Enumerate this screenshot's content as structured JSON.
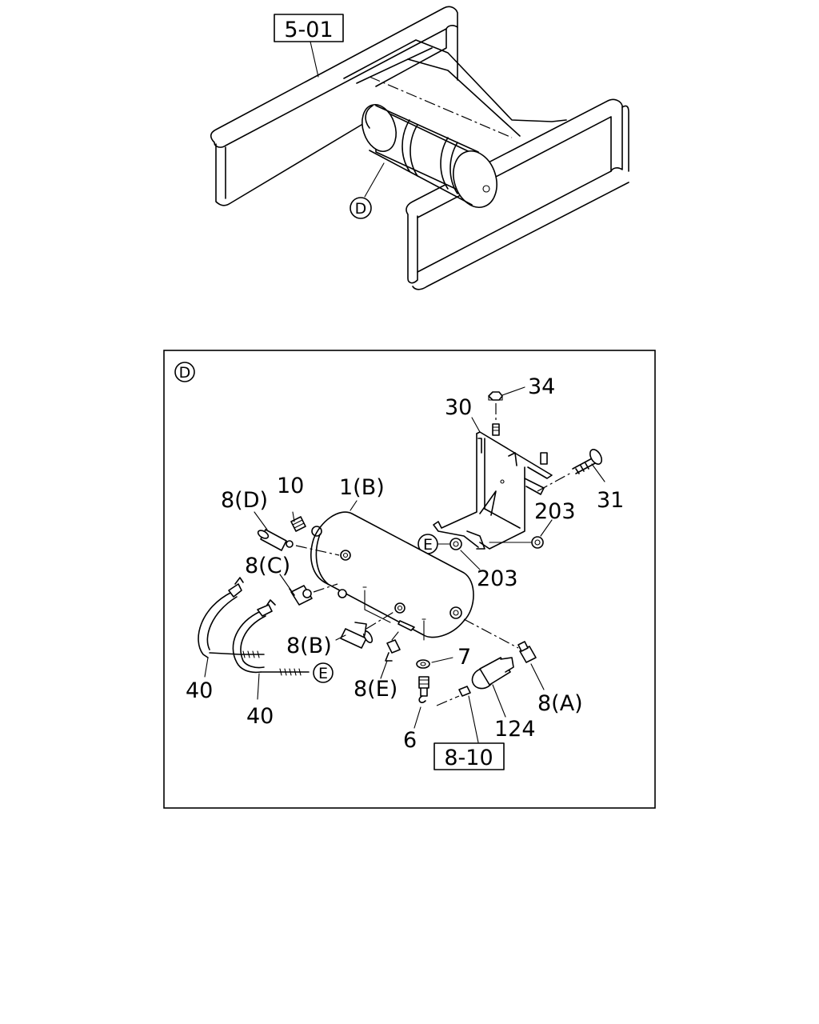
{
  "overview": {
    "ref_box": "5-01",
    "detail_marker": "D"
  },
  "detail": {
    "marker": "D",
    "labels": {
      "p34": "34",
      "p30": "30",
      "p31": "31",
      "p203a": "203",
      "p203b": "203",
      "pE1": "E",
      "pE2": "E",
      "p10": "10",
      "p1B": "1(B)",
      "p8D": "8(D)",
      "p8C": "8(C)",
      "p8B": "8(B)",
      "p8E": "8(E)",
      "p8A": "8(A)",
      "p7": "7",
      "p6": "6",
      "p124": "124",
      "p40a": "40",
      "p40b": "40"
    },
    "ref_box": "8-10"
  }
}
